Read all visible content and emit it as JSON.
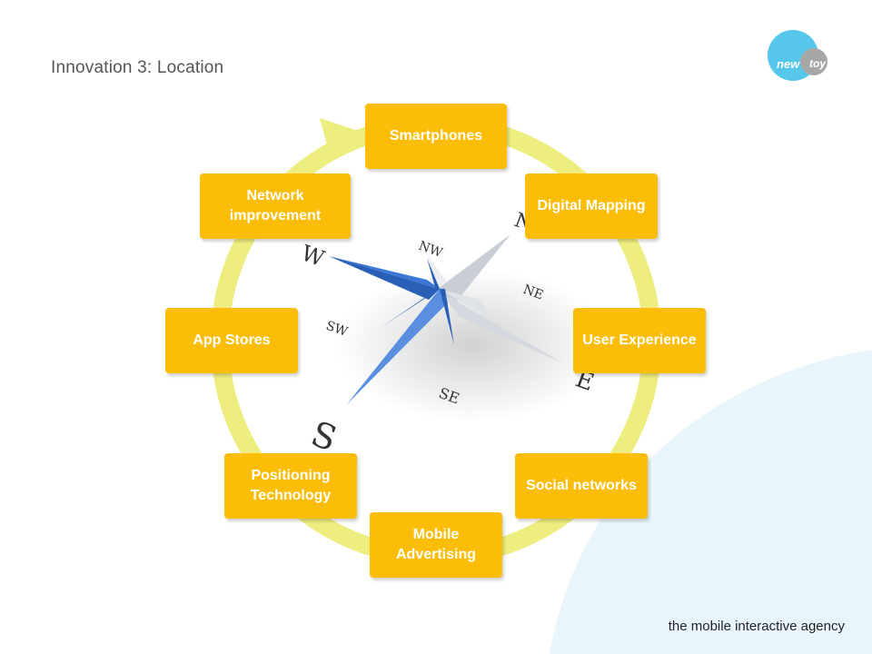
{
  "slide": {
    "title": "Innovation 3: Location",
    "tagline": "the mobile interactive agency"
  },
  "logo": {
    "word1": "new",
    "word2": "toy"
  },
  "cycle": {
    "items": [
      "Smartphones",
      "Digital Mapping",
      "User Experience",
      "Social networks",
      "Mobile Advertising",
      "Positioning Technology",
      "App Stores",
      "Network improvement"
    ]
  },
  "compass": {
    "labels": {
      "nw": "NW",
      "ne": "NE",
      "sw": "SW",
      "se": "SE",
      "w": "W",
      "s": "S",
      "n": "N",
      "e": "E"
    }
  },
  "colors": {
    "box": "#fbbd08",
    "ring": "#eeee80",
    "compass_blue": "#3a77d6",
    "bg_blob": "#e8f6fc",
    "logo_blue": "#55c7ea",
    "logo_grey": "#a7a7a9"
  }
}
